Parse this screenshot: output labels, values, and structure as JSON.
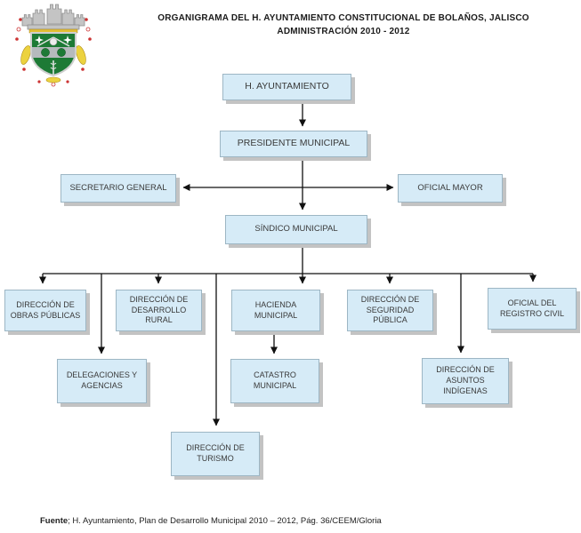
{
  "title": {
    "line1": "ORGANIGRAMA DEL H. AYUNTAMIENTO CONSTITUCIONAL DE BOLAÑOS, JALISCO",
    "line2": "ADMINISTRACIÓN 2010 - 2012"
  },
  "nodes": {
    "ayuntamiento": {
      "label": "H. AYUNTAMIENTO"
    },
    "presidente": {
      "label": "PRESIDENTE MUNICIPAL"
    },
    "secretario_general": {
      "label": "SECRETARIO GENERAL"
    },
    "oficial_mayor": {
      "label": "OFICIAL MAYOR"
    },
    "sindico": {
      "label": "SÍNDICO MUNICIPAL"
    },
    "obras_publicas": {
      "label": "DIRECCIÓN DE\nOBRAS PÚBLICAS"
    },
    "desarrollo_rural": {
      "label": "DIRECCIÓN DE\nDESARROLLO\nRURAL"
    },
    "hacienda": {
      "label": "HACIENDA\nMUNICIPAL"
    },
    "seguridad_publica": {
      "label": "DIRECCIÓN DE\nSEGURIDAD\nPÚBLICA"
    },
    "registro_civil": {
      "label": "OFICIAL DEL\nREGISTRO CIVIL"
    },
    "delegaciones": {
      "label": "DELEGACIONES Y\nAGENCIAS"
    },
    "catastro": {
      "label": "CATASTRO\nMUNICIPAL"
    },
    "asuntos_indigenas": {
      "label": "DIRECCIÓN DE\nASUNTOS\nINDÍGENAS"
    },
    "turismo": {
      "label": "DIRECCIÓN DE\nTURISMO"
    }
  },
  "hierarchy": {
    "edges": [
      {
        "from": "ayuntamiento",
        "to": "presidente"
      },
      {
        "from": "presidente",
        "to": "secretario_general"
      },
      {
        "from": "presidente",
        "to": "oficial_mayor"
      },
      {
        "from": "presidente",
        "to": "sindico"
      },
      {
        "from": "sindico",
        "to": "obras_publicas"
      },
      {
        "from": "sindico",
        "to": "desarrollo_rural"
      },
      {
        "from": "sindico",
        "to": "hacienda"
      },
      {
        "from": "sindico",
        "to": "seguridad_publica"
      },
      {
        "from": "sindico",
        "to": "registro_civil"
      },
      {
        "from": "sindico",
        "to": "delegaciones"
      },
      {
        "from": "sindico",
        "to": "asuntos_indigenas"
      },
      {
        "from": "sindico",
        "to": "turismo"
      },
      {
        "from": "hacienda",
        "to": "catastro"
      }
    ]
  },
  "footer": {
    "source_label": "Fuente",
    "source_text": "; H. Ayuntamiento, Plan de Desarrollo Municipal 2010 – 2012, Pág. 36/CEEM/Gloria"
  },
  "colors": {
    "node_fill": "#d6ebf7",
    "node_border": "#9db6c4",
    "node_shadow": "#c3c3c3",
    "connector": "#111111",
    "text": "#3a3a3a",
    "shield_green": "#1d7a35",
    "shield_silver": "#b6babd",
    "crown_gray": "#c4c4c4",
    "ornament_gold": "#ecd23f",
    "ornament_red": "#cc3333"
  }
}
